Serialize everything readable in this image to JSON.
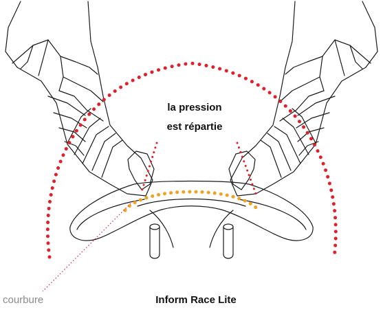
{
  "labels": {
    "pressure_line_1": "la pression",
    "pressure_line_2": "est répartie",
    "curvature": "courbure",
    "product_name": "Inform Race Lite"
  },
  "colors": {
    "pressure_dots": "#e0202a",
    "curvature_dots": "#f0a320",
    "outline": "#1a1a1a",
    "caption_grey": "#8a8a8a",
    "text": "#111111"
  },
  "icons": [
    "pelvis-bone-illustration",
    "saddle-illustration",
    "seat-rail-icon"
  ]
}
